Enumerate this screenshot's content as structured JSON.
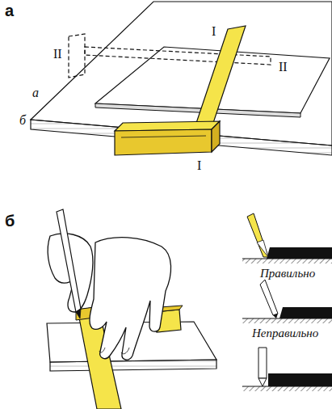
{
  "diagram": {
    "labels": [
      "а",
      "I",
      "II",
      "II",
      "а",
      "б",
      "I",
      "б",
      "Правильно",
      "Неправильно"
    ]
  }
}
